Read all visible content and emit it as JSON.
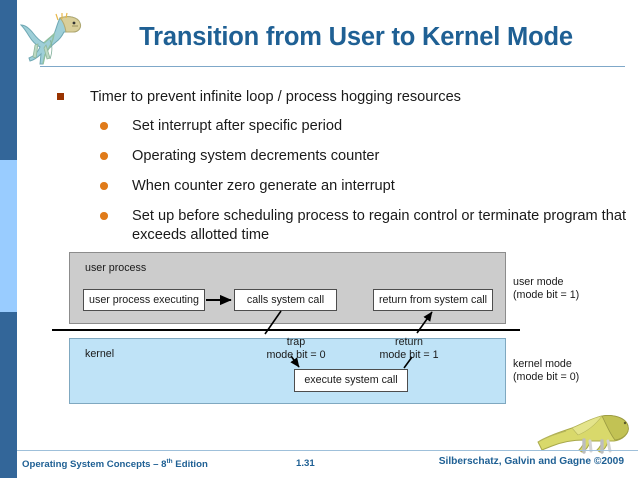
{
  "slide": {
    "title": "Transition from User to Kernel Mode",
    "logo_icon": "dinosaur-icon",
    "footer_logo_icon": "sauropod-dinosaur-icon",
    "accent_color": "#1f6094",
    "stripe_dark_color": "#336699",
    "stripe_light_color": "#99ccff",
    "bullet_square_color": "#993300",
    "bullet_dot_color": "#e07b1a"
  },
  "bullets": [
    {
      "level": 1,
      "marker": "square-bullet-icon",
      "text": "Timer to prevent infinite loop / process hogging resources"
    },
    {
      "level": 2,
      "marker": "dot-bullet-icon",
      "text": "Set interrupt after specific period"
    },
    {
      "level": 2,
      "marker": "dot-bullet-icon",
      "text": "Operating system decrements counter"
    },
    {
      "level": 2,
      "marker": "dot-bullet-icon",
      "text": "When counter zero generate an interrupt"
    },
    {
      "level": 2,
      "marker": "dot-bullet-icon",
      "text": "Set up before scheduling process to regain control or terminate program that exceeds allotted time"
    }
  ],
  "figure": {
    "user_panel": {
      "label": "user process",
      "fill_color": "#cccccc",
      "boxes": {
        "executing": "user process executing",
        "calls": "calls system call",
        "returns": "return from system call"
      }
    },
    "kernel_panel": {
      "label": "kernel",
      "fill_color": "#bfe3f7",
      "boxes": {
        "execute": "execute system call"
      }
    },
    "transitions": {
      "trap_title": "trap",
      "trap_detail": "mode bit = 0",
      "return_title": "return",
      "return_detail": "mode bit = 1"
    },
    "side_labels": {
      "user_mode_title": "user mode",
      "user_mode_detail": "(mode bit = 1)",
      "kernel_mode_title": "kernel mode",
      "kernel_mode_detail": "(mode bit = 0)"
    }
  },
  "footer": {
    "left_prefix": "Operating System Concepts – 8",
    "left_sup": "th",
    "left_suffix": " Edition",
    "slide_number": "1.31",
    "right": "Silberschatz, Galvin and Gagne ©2009"
  }
}
